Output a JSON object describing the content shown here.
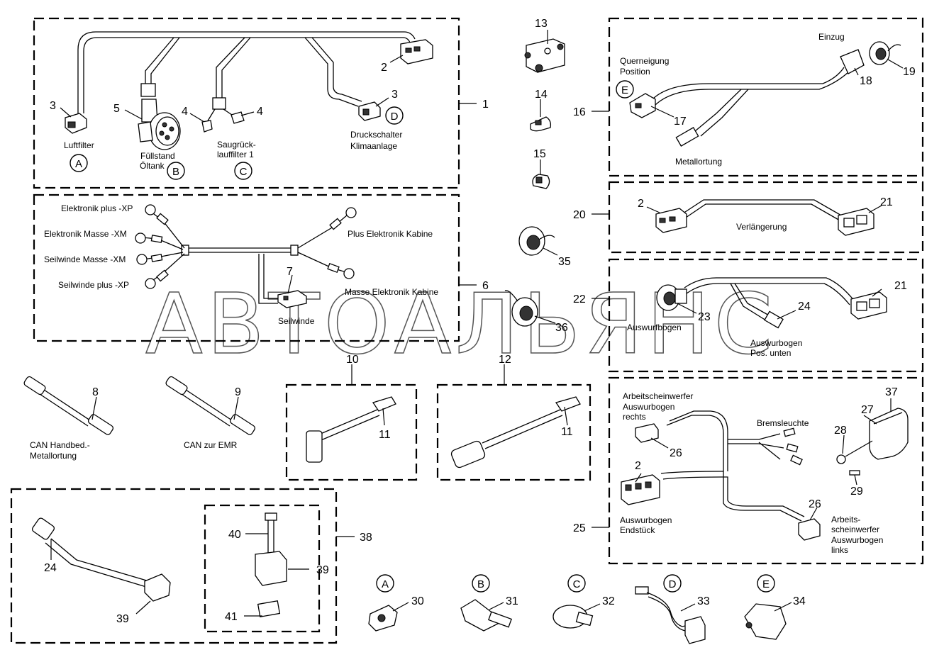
{
  "part_numbers": {
    "n1": "1",
    "n2a": "2",
    "n3a": "3",
    "n3b": "3",
    "n4a": "4",
    "n4b": "4",
    "n5": "5",
    "n6": "6",
    "n7": "7",
    "n8": "8",
    "n9": "9",
    "n10": "10",
    "n11a": "11",
    "n11b": "11",
    "n12": "12",
    "n13": "13",
    "n14": "14",
    "n15": "15",
    "n16": "16",
    "n17": "17",
    "n18": "18",
    "n19": "19",
    "n20": "20",
    "n2b": "2",
    "n21a": "21",
    "n21b": "21",
    "n22": "22",
    "n23": "23",
    "n24a": "24",
    "n24b": "24",
    "n25": "25",
    "n2c": "2",
    "n26a": "26",
    "n26b": "26",
    "n27": "27",
    "n28": "28",
    "n29": "29",
    "n37": "37",
    "n30": "30",
    "n31": "31",
    "n32": "32",
    "n33": "33",
    "n34": "34",
    "n35": "35",
    "n36": "36",
    "n38": "38",
    "n39a": "39",
    "n39b": "39",
    "n40": "40",
    "n41": "41"
  },
  "labels": {
    "luftfilter": "Luftfilter",
    "fuellstand_1": "Füllstand",
    "fuellstand_2": "Öltank",
    "saug_1": "Saugrück-",
    "saug_2": "lauffilter 1",
    "druck_1": "Druckschalter",
    "druck_2": "Klimaanlage",
    "elek_plus_xp": "Elektronik plus -XP",
    "elek_masse_xm": "Elektronik Masse -XM",
    "seil_masse_xm": "Seilwinde Masse -XM",
    "seil_plus_xp": "Seilwinde plus -XP",
    "plus_elek_kabine": "Plus Elektronik Kabine",
    "masse_elek_kabine": "Masse Elektronik Kabine",
    "seilwinde": "Seilwinde",
    "can_hand_1": "CAN Handbed.-",
    "can_hand_2": "Metallortung",
    "can_emr": "CAN zur EMR",
    "einzug": "Einzug",
    "querneigung_1": "Querneigung",
    "querneigung_2": "Position",
    "metallortung": "Metallortung",
    "verlaengerung": "Verlängerung",
    "auswurfbogen": "Auswurfbogen",
    "ausw_pos_1": "Auswurbogen",
    "ausw_pos_2": "Pos. unten",
    "arb_rechts_1": "Arbeitscheinwerfer",
    "arb_rechts_2": "Auswurbogen",
    "arb_rechts_3": "rechts",
    "bremsleuchte": "Bremsleuchte",
    "ausw_end_1": "Auswurbogen",
    "ausw_end_2": "Endstück",
    "arb_links_1": "Arbeits-",
    "arb_links_2": "scheinwerfer",
    "arb_links_3": "Auswurbogen",
    "arb_links_4": "links"
  },
  "callouts": {
    "A": "A",
    "B": "B",
    "C": "C",
    "D": "D",
    "E": "E"
  },
  "watermark": "АВТОАЛЬЯНС"
}
